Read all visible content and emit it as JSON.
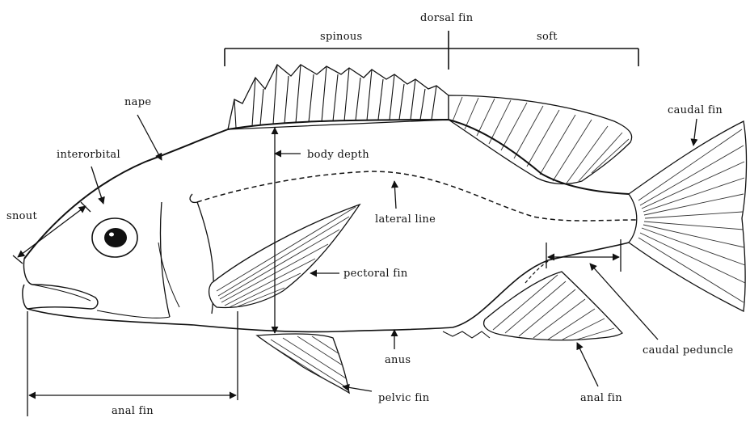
{
  "labels": {
    "dorsal_fin": "dorsal  fin",
    "spinous": "spinous",
    "soft": "soft",
    "nape": "nape",
    "caudal_fin": "caudal  fin",
    "interorbital": "interorbital",
    "body_depth": "body  depth",
    "snout": "snout",
    "lateral_line": "lateral  line",
    "pectoral_fin": "pectoral  fin",
    "caudal_peduncle": "caudal  peduncle",
    "anus": "anus",
    "pelvic_fin": "pelvic  fin",
    "anal_fin_bottom": "anal  fin",
    "anal_fin_right": "anal  fin"
  }
}
